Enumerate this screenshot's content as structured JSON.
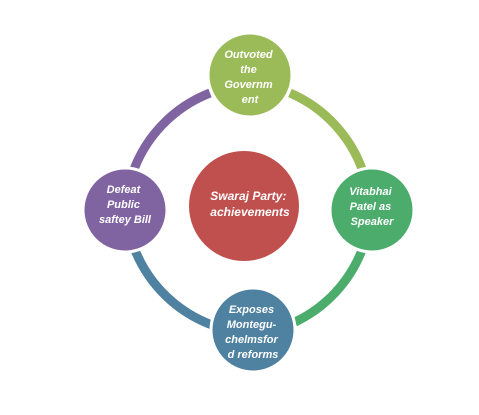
{
  "colors": {
    "background": "#ffffff",
    "center": "#c0504d",
    "top": "#9bbb59",
    "right": "#4bac6c",
    "bottom": "#4f81a1",
    "left": "#8064a2",
    "node_border": "#ffffff"
  },
  "center": {
    "lines": [
      "Swaraj Party:",
      "achievements"
    ]
  },
  "nodes": [
    {
      "id": "top",
      "lines": [
        "Outvoted",
        "the",
        "Governm",
        "ent"
      ]
    },
    {
      "id": "right",
      "lines": [
        "Vitabhai",
        "Patel as",
        "Speaker"
      ]
    },
    {
      "id": "bottom",
      "lines": [
        "Exposes",
        "Montegu-",
        "chelmsfor",
        "d reforms"
      ]
    },
    {
      "id": "left",
      "lines": [
        "Defeat",
        "Public",
        "saftey Bill"
      ]
    }
  ]
}
